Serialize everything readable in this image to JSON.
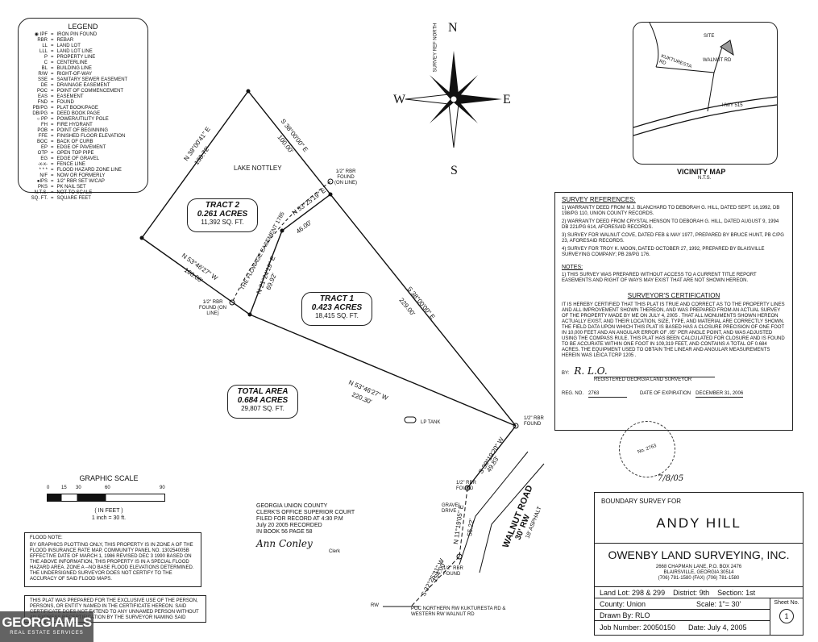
{
  "legend": {
    "title": "LEGEND",
    "items": [
      {
        "sym": "◉ IPF",
        "desc": "IRON PIN FOUND"
      },
      {
        "sym": "RBR",
        "desc": "REBAR"
      },
      {
        "sym": "LL",
        "desc": "LAND LOT"
      },
      {
        "sym": "LLL",
        "desc": "LAND LOT LINE"
      },
      {
        "sym": "P",
        "desc": "PROPERTY LINE"
      },
      {
        "sym": "C",
        "desc": "CENTERLINE"
      },
      {
        "sym": "BL",
        "desc": "BUILDING LINE"
      },
      {
        "sym": "R/W",
        "desc": "RIGHT-OF-WAY"
      },
      {
        "sym": "SSE",
        "desc": "SANITARY SEWER EASEMENT"
      },
      {
        "sym": "DE",
        "desc": "DRAINAGE EASEMENT"
      },
      {
        "sym": "POC",
        "desc": "POINT OF COMMENCEMENT"
      },
      {
        "sym": "EAS",
        "desc": "EASEMENT"
      },
      {
        "sym": "FND",
        "desc": "FOUND"
      },
      {
        "sym": "PB/PG",
        "desc": "PLAT BOOK/PAGE"
      },
      {
        "sym": "DB/PG",
        "desc": "DEED BOOK PAGE"
      },
      {
        "sym": "○ PP",
        "desc": "POWER/UTILITY POLE"
      },
      {
        "sym": "FH",
        "desc": "FIRE HYDRANT"
      },
      {
        "sym": "POB",
        "desc": "POINT OF BEGINNING"
      },
      {
        "sym": "FFE",
        "desc": "FINISHED FLOOR ELEVATION"
      },
      {
        "sym": "BOC",
        "desc": "BACK OF CURB"
      },
      {
        "sym": "EP",
        "desc": "EDGE OF PAVEMENT"
      },
      {
        "sym": "OTP",
        "desc": "OPEN TOP PIPE"
      },
      {
        "sym": "EG",
        "desc": "EDGE OF GRAVEL"
      },
      {
        "sym": "-x-x-",
        "desc": "FENCE LINE"
      },
      {
        "sym": "* * *",
        "desc": "FLOOD HAZARD ZONE LINE"
      },
      {
        "sym": "N/F",
        "desc": "NOW OR FORMERLY"
      },
      {
        "sym": "●IPS",
        "desc": "1/2\" RBR SET W/CAP"
      },
      {
        "sym": "PKS",
        "desc": "PK NAIL SET"
      },
      {
        "sym": "N.T.S.",
        "desc": "NOT TO SCALE"
      },
      {
        "sym": "SQ. FT.",
        "desc": "SQUARE FEET"
      }
    ]
  },
  "compass": {
    "n": "N",
    "s": "S",
    "e": "E",
    "w": "W",
    "note": "SURVEY REF NORTH"
  },
  "vicinity": {
    "title": "VICINITY MAP",
    "subtitle": "N.T.S.",
    "labels": {
      "site": "SITE",
      "road1": "KUKTURESTA RD",
      "road2": "WALNUT RD",
      "hwy": "HWY 515"
    }
  },
  "plat": {
    "lake": "LAKE NOTTLEY",
    "tract2": {
      "name": "TRACT 2",
      "acres": "0.261 ACRES",
      "sqft": "11,392 SQ. FT."
    },
    "tract1": {
      "name": "TRACT 1",
      "acres": "0.423 ACRES",
      "sqft": "18,415 SQ. FT."
    },
    "total": {
      "name": "TOTAL AREA",
      "acres": "0.684 ACRES",
      "sqft": "29,807 SQ. FT."
    },
    "bearings": {
      "b1": "N 38°00'41\" E",
      "d1": "138.72'",
      "b2": "S 38°00'00\" E",
      "d2": "100.00'",
      "b3": "N 53°25'19\" E",
      "d3": "46.00'",
      "b4": "N 21°24'19\" E",
      "d4": "69.92'",
      "b5": "N 53°46'27\" W",
      "d5": "100.00'",
      "b6": "S 38°00'00\" E",
      "d6": "229.00'",
      "b7": "N 53°46'27\" W",
      "d7": "220.30'",
      "b8": "S 30°19'20\" W",
      "d8": "49.83'",
      "b9": "N 11°19'05\" E",
      "d9": "55.22'",
      "b10": "S 32°25'31\" W",
      "d10": "154.00'"
    },
    "notes": {
      "rbr1": "1/2\" RBR FOUND (ON LINE)",
      "rbr2": "1/2\" RBR FOUND (ON LINE)",
      "rbr3": "1/2\" RBR FOUND",
      "rbr4": "1/2\" RBR FOUND",
      "rbr5": "1/2\" RBR FOUND",
      "flowage": "THE FLOWAGE EASEMENT 1785",
      "lp": "LP TANK",
      "gravel": "GRAVEL DRIVE",
      "road": "WALNUT ROAD",
      "road_sub": "30' RW",
      "road_sub2": "18' ASPHALT",
      "rw": "RW",
      "poc": "POC NORTHERN RW KUKTURESTA RD & WESTERN RW WALNUT RD"
    }
  },
  "scale": {
    "title": "GRAPHIC SCALE",
    "ticks": [
      "0",
      "15",
      "30",
      "60",
      "90"
    ],
    "unit": "( IN FEET )",
    "ratio": "1 inch = 30  ft."
  },
  "clerk": {
    "l1": "GEORGIA UNION COUNTY",
    "l2": "CLERK'S OFFICE SUPERIOR COURT",
    "l3": "FILED FOR RECORD AT 4:30 P.M",
    "l4": "July 20 2005  RECORDED",
    "l5": "IN BOOK  56  PAGE  58",
    "sig": "Ann Conley",
    "clerk": "Clerk"
  },
  "flood": {
    "title": "FLOOD NOTE:",
    "text": "BY GRAPHICS PLOTTING ONLY, THIS PROPERTY IS IN ZONE  A  OF THE FLOOD INSURANCE RATE MAP, COMMUNITY PANEL NO. 130254005B EFFECTIVE DATE OF  MARCH 1, 1986  REVISED  DEC 3 1990  BASED ON THE ABOVE INFORMATION, THIS PROPERTY  IS  IN A SPECIAL FLOOD HAZARD AREA. ZONE  A  --NO BASE FLOOD ELEVATIONS DETERMINED. THE UNDERSIGNED SURVEYOR DOES NOT CERTIFY TO THE ACCURACY OF SAID FLOOD MAPS."
  },
  "plat_note": "THIS PLAT WAS PREPARED FOR THE EXCLUSIVE USE OF THE PERSON, PERSONS, OR ENTITY NAMED IN THE CERTIFICATE HEREON. SAID CERTIFICATE DOES NOT EXTEND TO ANY UNNAMED PERSON WITHOUT AN EXPRESS RECERTIFICATION BY THE SURVEYOR NAMING SAID PERSON.",
  "references": {
    "title": "SURVEY REFERENCES:",
    "items": [
      "1) WARRANTY DEED FROM M.J. BLANCHARD TO DEBORAH G. HILL, DATED SEPT. 16,1992, DB 198/PG 110, UNION COUNTY RECORDS.",
      "2) WARRANTY DEED FROM CRYSTAL HENSON TO DEBORAH G. HILL, DATED AUGUST 9, 1994 DB 221/PG 614, AFORESAID RECORDS.",
      "3) SURVEY FOR WALNUT COVE, DATED FEB & MAY 1977, PREPARED BY BRUCE HUNT, PB C/PG 23, AFORESAID RECORDS.",
      "4) SURVEY FOR TROY K. MOON, DATED OCTOBER 27, 1992, PREPARED BY BLAISVILLE SURVEYING COMPANY; PB 28/PG 176."
    ],
    "notes_title": "NOTES:",
    "notes": "1) THIS SURVEY WAS PREPARED WITHOUT ACCESS TO A CURRENT TITLE REPORT EASEMENTS AND RIGHT OF WAYS MAY EXIST THAT ARE NOT SHOWN HEREON.",
    "cert_title": "SURVEYOR'S CERTIFICATION",
    "cert": "IT IS HEREBY CERTIFIED THAT THIS PLAT IS TRUE AND CORRECT AS TO THE PROPERTY LINES AND ALL IMPROVEMENT SHOWN THEREON, AND WAS PREPARED FROM AN ACTUAL SURVEY OF THE PROPERTY MADE BY ME ON  JULY 4, 2005 . THAT ALL MONUMENTS SHOWN HEREON ACTUALLY EXIST, AND THEIR LOCATION, SIZE, TYPE, AND MATERIAL ARE CORRECTLY SHOWN. THE FIELD DATA UPON WHICH THIS PLAT IS BASED HAS A CLOSURE PRECISION OF ONE FOOT IN 10,000  FEET AND AN ANGULAR ERROR OF  .05\"  PER ANGLE POINT, AND WAS ADJUSTED USING THE  COMPASS  RULE. THIS PLAT HAS BEEN CALCULATED FOR CLOSURE AND IS FOUND TO BE ACCURATE WITHIN ONE FOOT IN  109,319  FEET, AND CONTAINS A TOTAL OF  0.684  ACRES. THE EQUIPMENT USED TO OBTAIN THE LINEAR AND ANGULAR MEASUREMENTS HEREIN WAS  LEICA TCRP 1205 .",
    "by": "BY:",
    "sig": "R. L.O.",
    "reg_line": "REGISTERED GEORGIA LAND SURVEYOR",
    "reg_no_label": "REG. NO.",
    "reg_no": "2763",
    "exp_label": "DATE OF EXPIRATION",
    "exp": "DECEMBER 31, 2006"
  },
  "stamp": {
    "date": "7/8/05",
    "no": "No. 2763"
  },
  "titleblock": {
    "for": "BOUNDARY SURVEY FOR",
    "client": "ANDY HILL",
    "company": "OWENBY LAND SURVEYING, INC.",
    "addr1": "2668 CHAPMAN LANE, P.O. BOX 2476",
    "addr2": "BLAIRSVILLE, GEORGIA 30514",
    "phone": "(706) 781-1580    (FAX) (706) 781-1580",
    "landlot": "Land Lot: 298 & 299",
    "district": "District: 9th",
    "section": "Section: 1st",
    "county": "County:  Union",
    "scale": "Scale: 1\"= 30'",
    "drawn": "Drawn By: RLO",
    "job": "Job Number: 20050150",
    "date": "Date: July 4, 2005",
    "sheet": "Sheet No.",
    "sheet_no": "1"
  },
  "watermark": {
    "brand": "GEORGIAMLS",
    "sub": "REAL ESTATE SERVICES"
  }
}
